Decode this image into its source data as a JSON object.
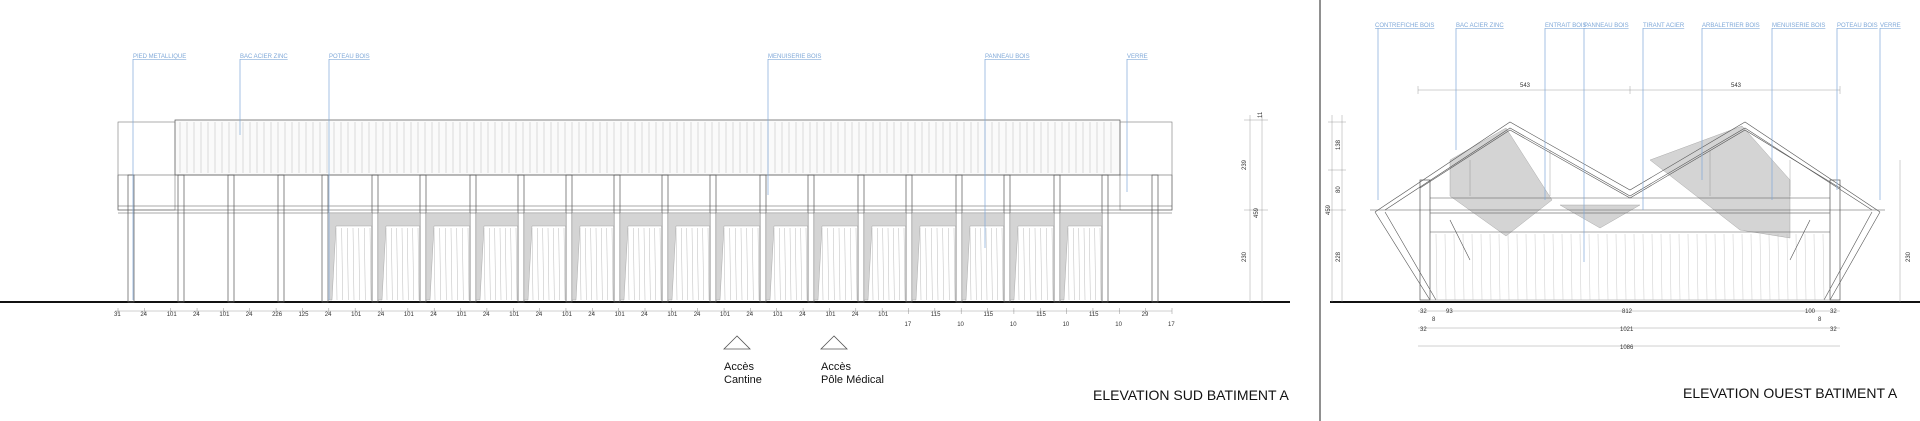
{
  "sud": {
    "labels": [
      "PIED METALLIQUE",
      "BAC ACIER ZINC",
      "POTEAU BOIS",
      "MENUISERIE BOIS",
      "PANNEAU BOIS",
      "VERRE"
    ],
    "dims": [
      "31",
      "24",
      "101",
      "24",
      "101",
      "24",
      "226",
      "125",
      "24",
      "101",
      "24",
      "101",
      "24",
      "101",
      "24",
      "101",
      "24",
      "101",
      "24",
      "101",
      "24",
      "101",
      "24",
      "101",
      "24",
      "101",
      "24",
      "101",
      "24",
      "101",
      "17",
      "115",
      "10",
      "115",
      "10",
      "115",
      "10",
      "115",
      "10",
      "29",
      "17"
    ],
    "vertical_dims": [
      "11",
      "239",
      "459",
      "230"
    ],
    "access": [
      {
        "line1": "Accès",
        "line2": "Cantine"
      },
      {
        "line1": "Accès",
        "line2": "Pôle Médical"
      }
    ],
    "title": "ELEVATION SUD BATIMENT A"
  },
  "ouest": {
    "labels": [
      "CONTREFICHE BOIS",
      "BAC ACIER ZINC",
      "ENTRAIT BOIS",
      "PANNEAU BOIS",
      "TIRANT ACIER",
      "ARBALETRIER BOIS",
      "MENUISERIE BOIS",
      "POTEAU BOIS",
      "VERRE"
    ],
    "top_dims": [
      "543",
      "543"
    ],
    "bottom_dims": [
      "32",
      "93",
      "812",
      "100",
      "32",
      "8",
      "8",
      "32",
      "1021",
      "32",
      "1086"
    ],
    "vertical_dims": [
      "138",
      "80",
      "459",
      "228",
      "230"
    ],
    "title": "ELEVATION OUEST BATIMENT A"
  }
}
